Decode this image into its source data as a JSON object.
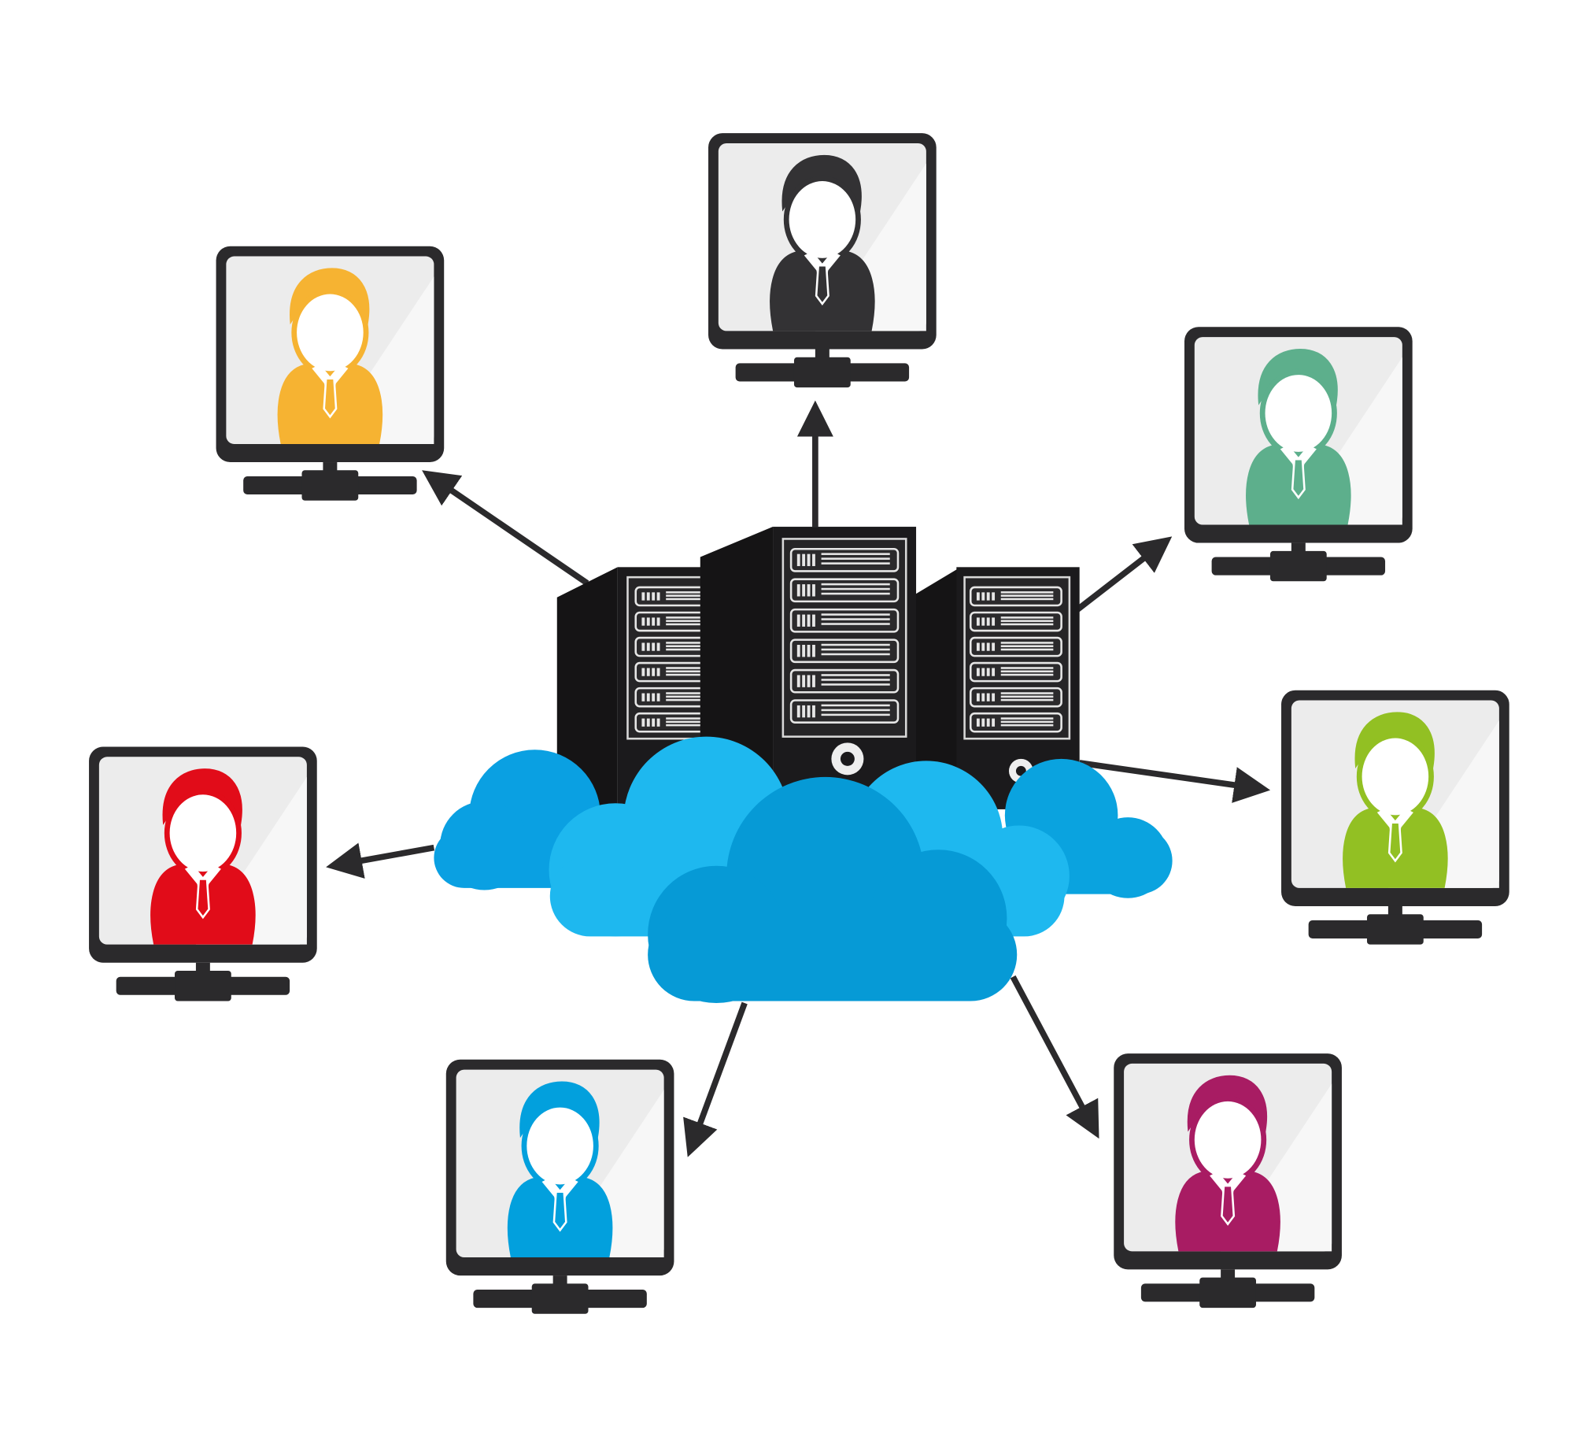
{
  "diagram": {
    "hub": {
      "servers": [
        "left-server",
        "center-server",
        "right-server"
      ],
      "cloud_colors": [
        "#0aa0e2",
        "#1eb8ef",
        "#069ad6",
        "#0aa3df"
      ]
    },
    "clients": [
      {
        "id": "top",
        "color": "#333234"
      },
      {
        "id": "upper-left",
        "color": "#f6b332"
      },
      {
        "id": "upper-right",
        "color": "#5daf8c"
      },
      {
        "id": "left",
        "color": "#e10c19"
      },
      {
        "id": "right",
        "color": "#92c023"
      },
      {
        "id": "bottom-left",
        "color": "#02a0dd"
      },
      {
        "id": "bottom-right",
        "color": "#a81c63"
      }
    ],
    "edge_color": "#2b2a2c"
  }
}
